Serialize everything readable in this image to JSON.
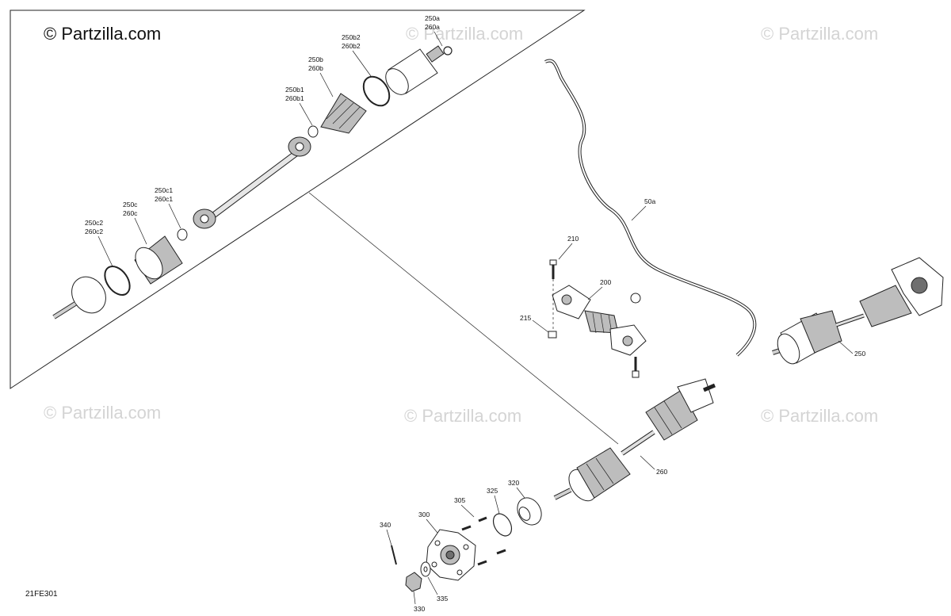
{
  "copyright": "© Partzilla.com",
  "watermark": "© Partzilla.com",
  "diagram_code": "21FE301",
  "callouts": {
    "c250a": [
      "250a",
      "260a"
    ],
    "c250b2": [
      "250b2",
      "260b2"
    ],
    "c250b": [
      "250b",
      "260b"
    ],
    "c250b1": [
      "250b1",
      "260b1"
    ],
    "c250c1": [
      "250c1",
      "260c1"
    ],
    "c250c": [
      "250c",
      "260c"
    ],
    "c250c2": [
      "250c2",
      "260c2"
    ],
    "c50a": "50a",
    "c210": "210",
    "c200": "200",
    "c215": "215",
    "c250": "250",
    "c260": "260",
    "c320": "320",
    "c325": "325",
    "c305": "305",
    "c300": "300",
    "c340": "340",
    "c335": "335",
    "c330": "330"
  }
}
